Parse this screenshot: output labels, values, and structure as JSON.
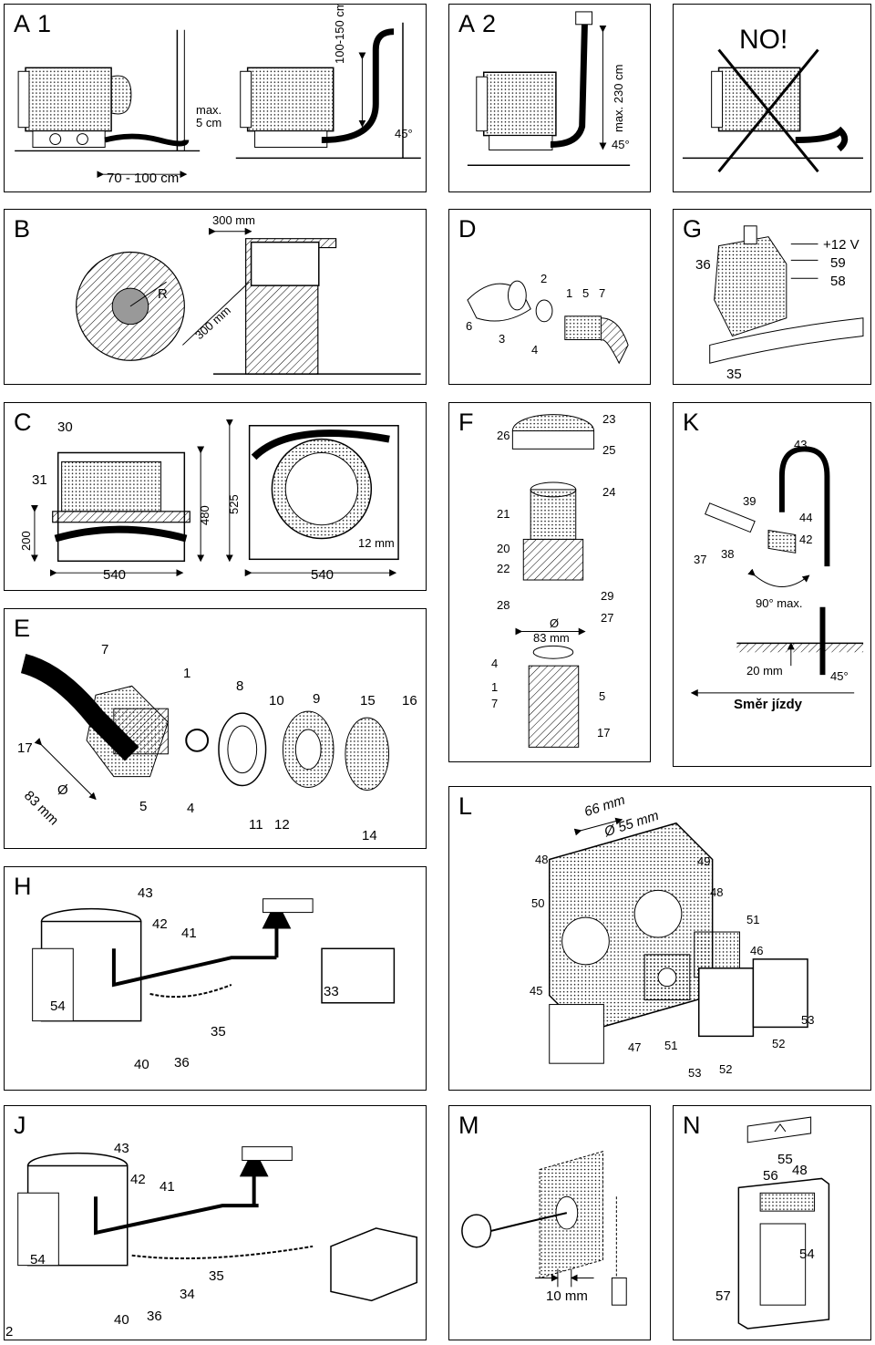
{
  "page_number": "2",
  "panels": {
    "A1": {
      "title": "A 1",
      "labels": {
        "max5": "max.",
        "max5b": "5 cm",
        "len": "70 - 100 cm",
        "height": "100-150 cm",
        "angle": "45°"
      }
    },
    "A2": {
      "title": "A 2",
      "labels": {
        "max230": "max. 230 cm",
        "angle": "45°"
      }
    },
    "NO": {
      "title": "NO!"
    },
    "B": {
      "title": "B",
      "labels": {
        "r": "R",
        "w300": "300 mm",
        "d300": "300 mm"
      }
    },
    "D": {
      "title": "D",
      "labels": {
        "n2": "2",
        "n1": "1",
        "n5": "5",
        "n7": "7",
        "n6": "6",
        "n3": "3",
        "n4": "4"
      }
    },
    "G": {
      "title": "G",
      "labels": {
        "n36": "36",
        "v12": "+12 V",
        "n59": "59",
        "n58": "58",
        "n35": "35"
      }
    },
    "C": {
      "title": "C",
      "labels": {
        "n30": "30",
        "n31": "31",
        "h480": "480",
        "h525": "525",
        "h200": "200",
        "w540a": "540",
        "w540b": "540",
        "mm12": "12 mm"
      }
    },
    "F": {
      "title": "F",
      "labels": {
        "n26": "26",
        "n23": "23",
        "n25": "25",
        "n24": "24",
        "n21": "21",
        "n20": "20",
        "n22": "22",
        "n28": "28",
        "n29": "29",
        "n27": "27",
        "dia": "Ø",
        "dia83": "83 mm",
        "n4": "4",
        "n1": "1",
        "n7": "7",
        "n5": "5",
        "n17": "17"
      }
    },
    "K": {
      "title": "K",
      "labels": {
        "n43": "43",
        "n39": "39",
        "n44": "44",
        "n42": "42",
        "n37": "37",
        "n38": "38",
        "deg90": "90° max.",
        "mm20": "20 mm",
        "deg45": "45°",
        "dir": "Směr jízdy"
      }
    },
    "E": {
      "title": "E",
      "labels": {
        "n7": "7",
        "n1": "1",
        "n8": "8",
        "n10": "10",
        "n9": "9",
        "n15": "15",
        "n16": "16",
        "n17": "17",
        "dia": "Ø",
        "dia83": "83 mm",
        "n5": "5",
        "n4": "4",
        "n11": "11",
        "n12": "12",
        "n14": "14"
      }
    },
    "L": {
      "title": "L",
      "labels": {
        "mm66": "66 mm",
        "dia55": "Ø 55 mm",
        "n48a": "48",
        "n49": "49",
        "n50": "50",
        "n48b": "48",
        "n51a": "51",
        "n46": "46",
        "n45": "45",
        "n53a": "53",
        "n47": "47",
        "n51b": "51",
        "n52a": "52",
        "n53b": "53",
        "n52b": "52"
      }
    },
    "H": {
      "title": "H",
      "labels": {
        "n43": "43",
        "n42": "42",
        "n41": "41",
        "n33": "33",
        "n54": "54",
        "n35": "35",
        "n40": "40",
        "n36": "36"
      }
    },
    "J": {
      "title": "J",
      "labels": {
        "n43": "43",
        "n42": "42",
        "n41": "41",
        "n54": "54",
        "n35": "35",
        "n34": "34",
        "n40": "40",
        "n36": "36"
      }
    },
    "M": {
      "title": "M",
      "labels": {
        "mm10": "10 mm"
      }
    },
    "N": {
      "title": "N",
      "labels": {
        "n55": "55",
        "n56": "56",
        "n48": "48",
        "n54": "54",
        "n57": "57"
      }
    }
  }
}
